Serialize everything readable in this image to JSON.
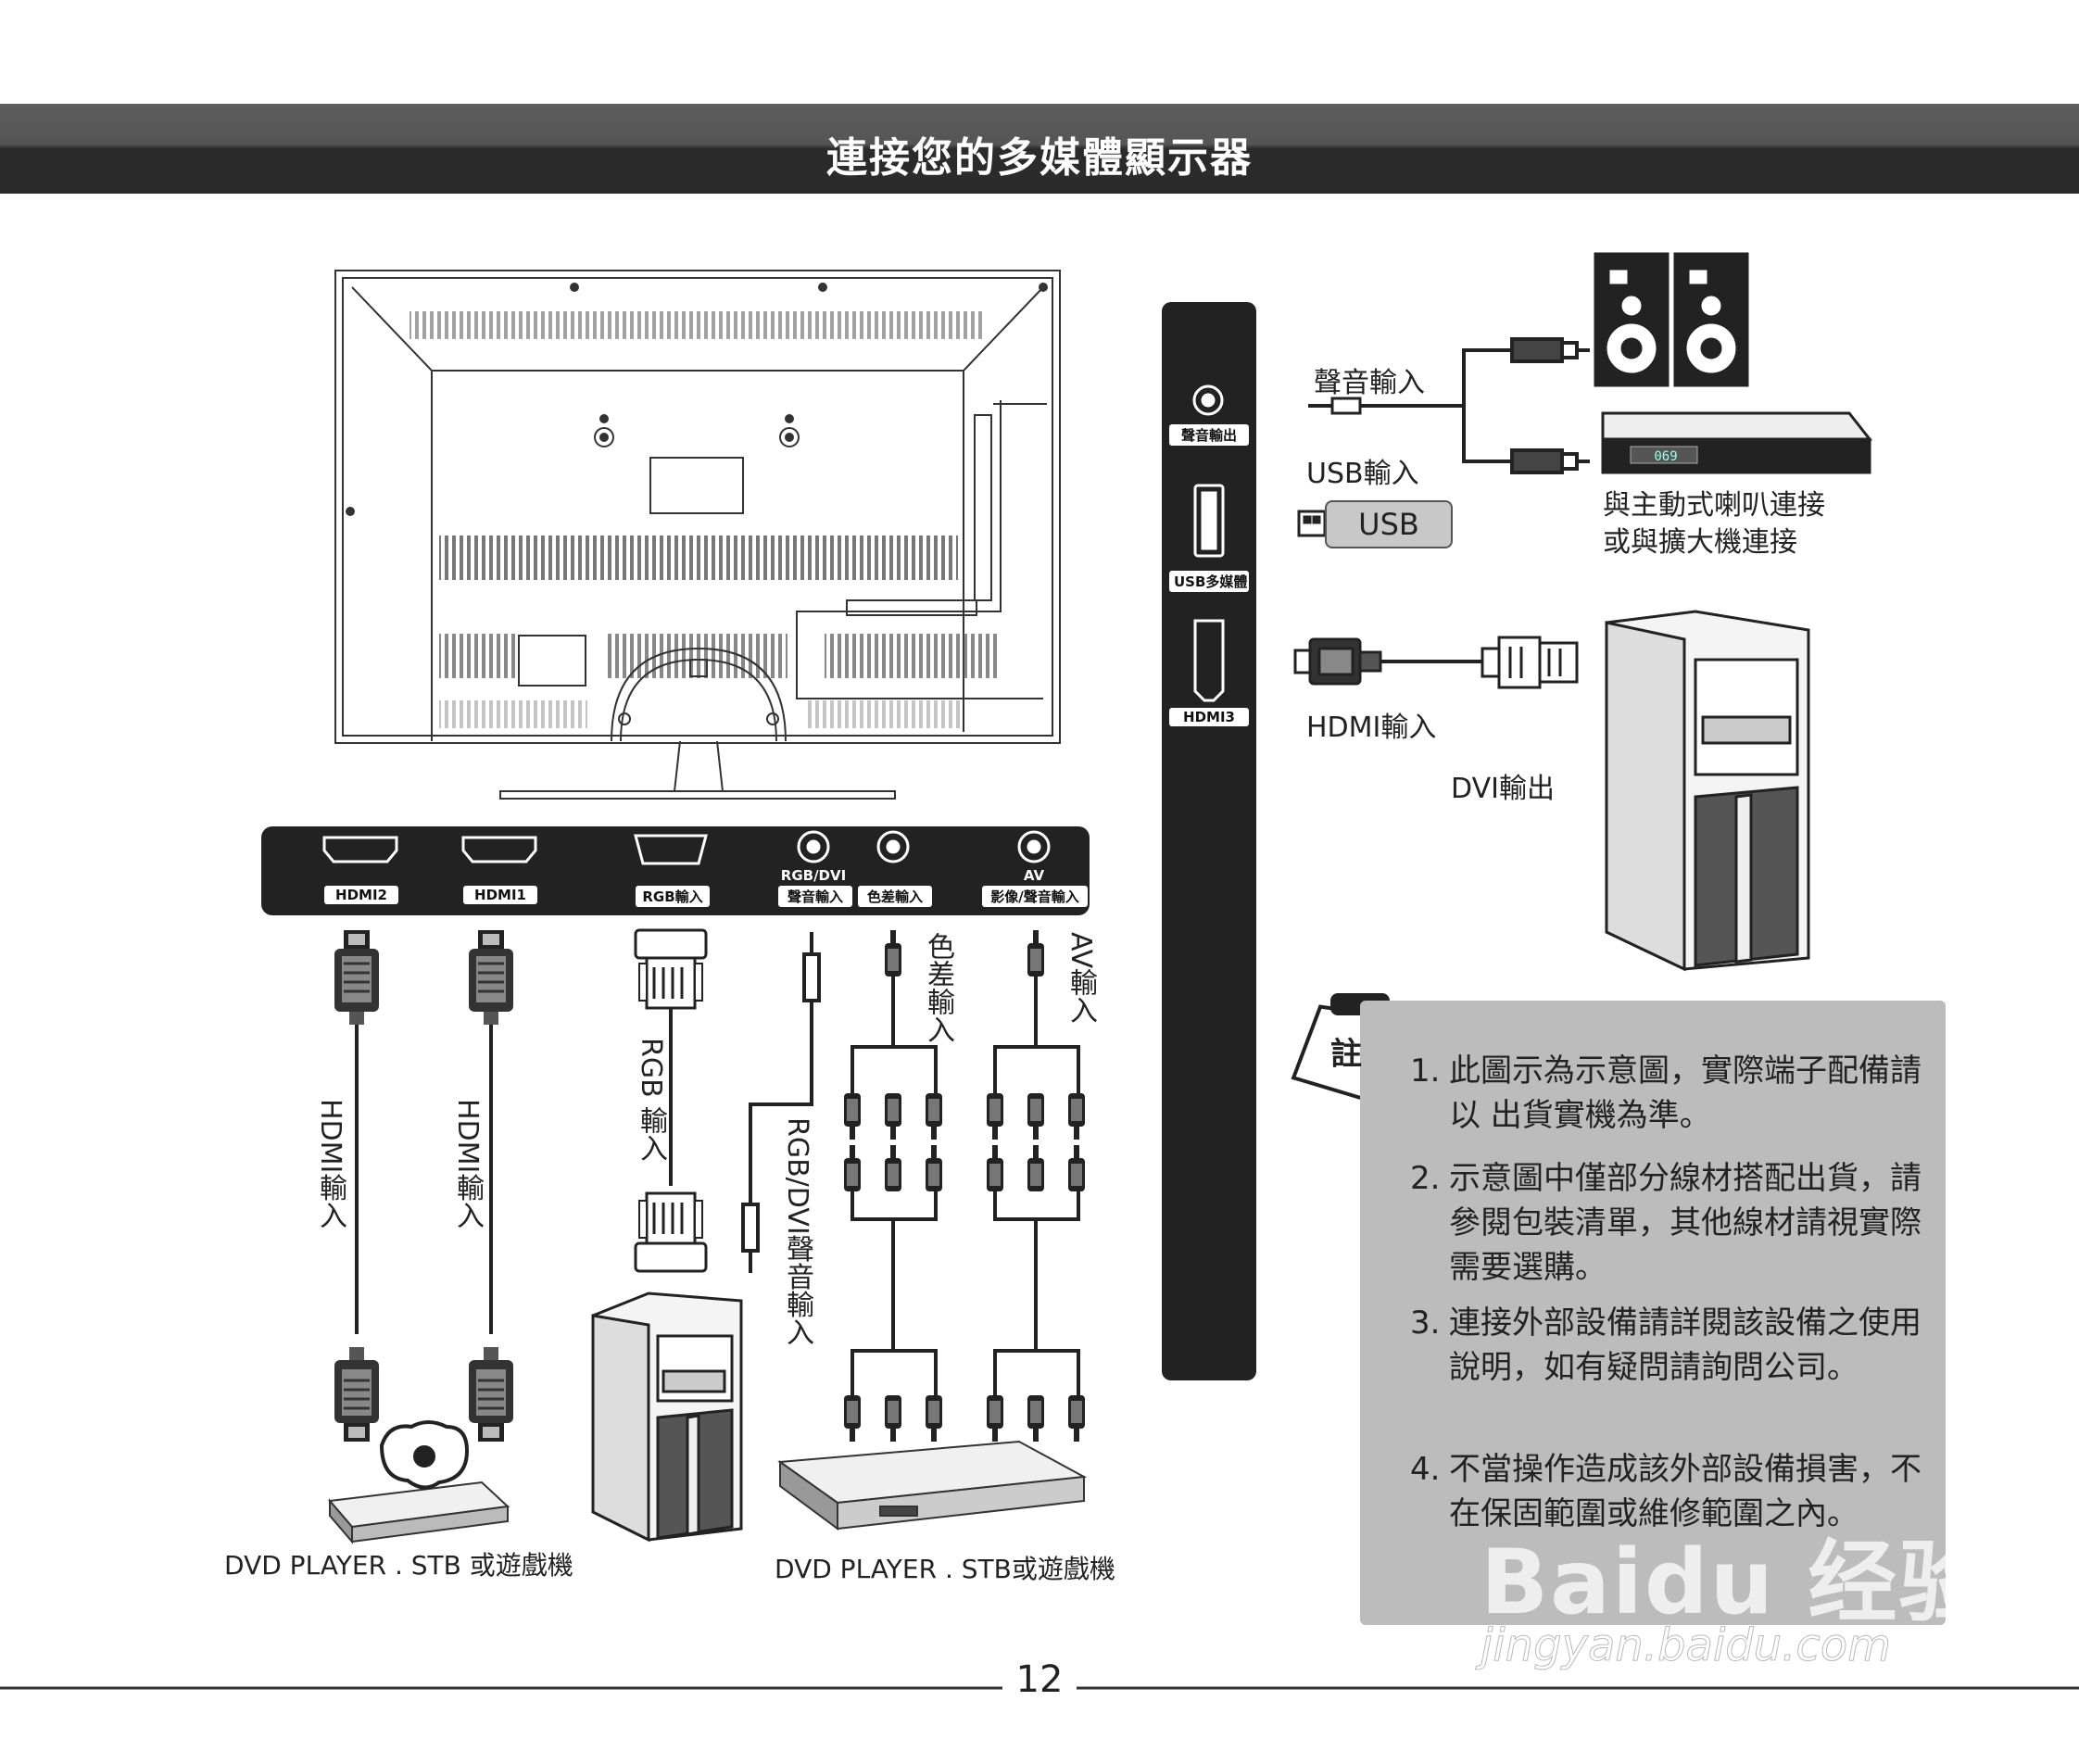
{
  "header": {
    "title": "連接您的多媒體顯示器"
  },
  "ports": {
    "hdmi2": "HDMI2",
    "hdmi1": "HDMI1",
    "rgb": "RGB輸入",
    "rgbdvi_top": "RGB/DVI",
    "rgbdvi_audio": "聲音輸入",
    "component": "色差輸入",
    "av_top": "AV",
    "av": "影像/聲音輸入"
  },
  "cables": {
    "hdmi_in_a": "HDMI輸入",
    "hdmi_in_b": "HDMI輸入",
    "rgb_in": "RGB 輸入",
    "rgbdvi_audio_in": "RGB/DVI聲音輸入",
    "component_in": "色差輸入",
    "av_in": "AV輸入"
  },
  "devices": {
    "left_player": "DVD PLAYER . STB 或遊戲機",
    "right_player": "DVD PLAYER . STB或遊戲機"
  },
  "side_panel": {
    "audio_out": "聲音輸出",
    "usb": "USB多媒體",
    "hdmi3": "HDMI3"
  },
  "right_side": {
    "audio_in": "聲音輸入",
    "usb_in": "USB輸入",
    "usb_badge": "USB",
    "speaker_line1": "與主動式喇叭連接",
    "speaker_line2": "或與擴大機連接",
    "hdmi_in": "HDMI輸入",
    "dvi_out": "DVI輸出",
    "amp_display": "069"
  },
  "notes": {
    "icon": "註",
    "items": [
      {
        "num": "1.",
        "text": "此圖示為示意圖，實際端子配備請以 出貨實機為準。"
      },
      {
        "num": "2.",
        "text": "示意圖中僅部分線材搭配出貨，請參閱包裝清單，其他線材請視實際需要選購。"
      },
      {
        "num": "3.",
        "text": "連接外部設備請詳閱該設備之使用說明，如有疑問請詢問公司。"
      },
      {
        "num": "4.",
        "text": "不當操作造成該外部設備損害，不在保固範圍或維修範圍之內。"
      }
    ]
  },
  "page_number": "12",
  "watermark": {
    "main": "Baidu 经验",
    "sub": "jingyan.baidu.com"
  }
}
